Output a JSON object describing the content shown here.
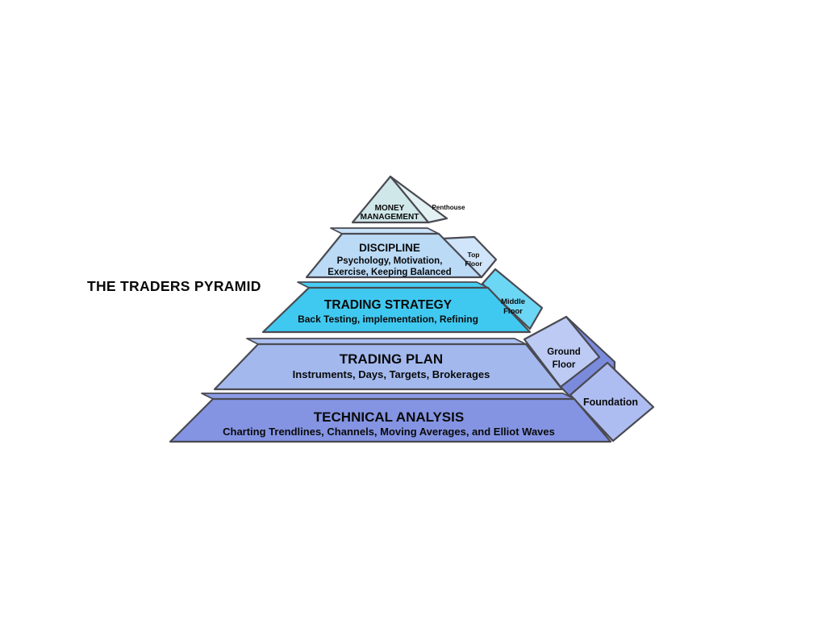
{
  "title": "THE TRADERS PYRAMID",
  "pyramid": {
    "levels": [
      {
        "name": "TECHNICAL ANALYSIS",
        "detail": "Charting Trendlines, Channels, Moving Averages, and Elliot Waves",
        "floor_lines": [
          "Foundation"
        ]
      },
      {
        "name": "TRADING PLAN",
        "detail": "Instruments, Days, Targets, Brokerages",
        "floor_lines": [
          "Ground",
          "Floor"
        ]
      },
      {
        "name": "TRADING STRATEGY",
        "detail": "Back Testing, implementation, Refining",
        "floor_lines": [
          "Middle",
          "Floor"
        ]
      },
      {
        "name": "DISCIPLINE",
        "detail_lines": [
          "Psychology, Motivation,",
          "Exercise, Keeping Balanced"
        ],
        "floor_lines": [
          "Top",
          "Floor"
        ]
      },
      {
        "name_lines": [
          "MONEY",
          "MANAGEMENT"
        ],
        "floor_lines": [
          "Penthouse"
        ]
      }
    ],
    "colors": {
      "technical_analysis": "#8494e3",
      "trading_plan": "#a3b9ee",
      "trading_strategy": "#3fc9f1",
      "discipline": "#badaf6",
      "money_management": "#d0e7ea",
      "outline": "#4a4a52",
      "text": "#0a0a0a"
    }
  }
}
